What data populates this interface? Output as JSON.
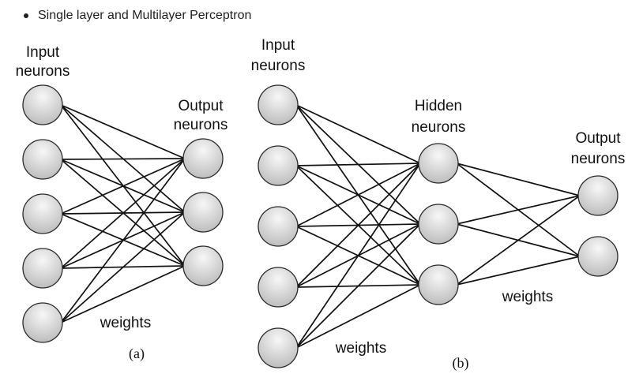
{
  "bullet": {
    "text": "Single layer and Multilayer Perceptron"
  },
  "diagram_a": {
    "input_label_line1": "Input",
    "input_label_line2": "neurons",
    "output_label_line1": "Output",
    "output_label_line2": "neurons",
    "weights_label": "weights",
    "caption": "(a)",
    "input_count": 5,
    "output_count": 3
  },
  "diagram_b": {
    "input_label_line1": "Input",
    "input_label_line2": "neurons",
    "hidden_label_line1": "Hidden",
    "hidden_label_line2": "neurons",
    "output_label_line1": "Output",
    "output_label_line2": "neurons",
    "weights_label_1": "weights",
    "weights_label_2": "weights",
    "caption": "(b)",
    "input_count": 5,
    "hidden_count": 3,
    "output_count": 2
  },
  "colors": {
    "neuron_fill_light": "#f7f7f7",
    "neuron_fill_dark": "#b9b9b9",
    "line": "#111111"
  }
}
